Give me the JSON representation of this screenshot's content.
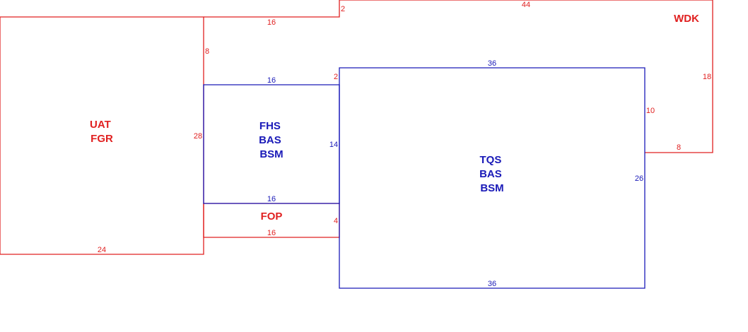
{
  "colors": {
    "red": "#e02020",
    "blue": "#1a1ab8"
  },
  "rooms": {
    "uat": {
      "lines": [
        "UAT",
        "FGR"
      ],
      "color": "red"
    },
    "fhs": {
      "lines": [
        "FHS",
        "BAS",
        "BSM"
      ],
      "color": "blue"
    },
    "fop": {
      "lines": [
        "FOP"
      ],
      "color": "red"
    },
    "tqs": {
      "lines": [
        "TQS",
        "BAS",
        "BSM"
      ],
      "color": "blue"
    },
    "wdk": {
      "lines": [
        "WDK"
      ],
      "color": "red"
    }
  },
  "dims": {
    "uat_upper_16": "16",
    "uat_side_8": "8",
    "uat_side_28": "28",
    "uat_bottom_24": "24",
    "wdk_step_2": "2",
    "wdk_top_44": "44",
    "wdk_right_18": "18",
    "wdk_bottom_8": "8",
    "fhs_top_16": "16",
    "fhs_right_2": "2",
    "fhs_right_14": "14",
    "fhs_bottom_16": "16",
    "fop_right_4": "4",
    "fop_bottom_16": "16",
    "tqs_top_36": "36",
    "tqs_right_10": "10",
    "tqs_right_26": "26",
    "tqs_bottom_36": "36"
  }
}
